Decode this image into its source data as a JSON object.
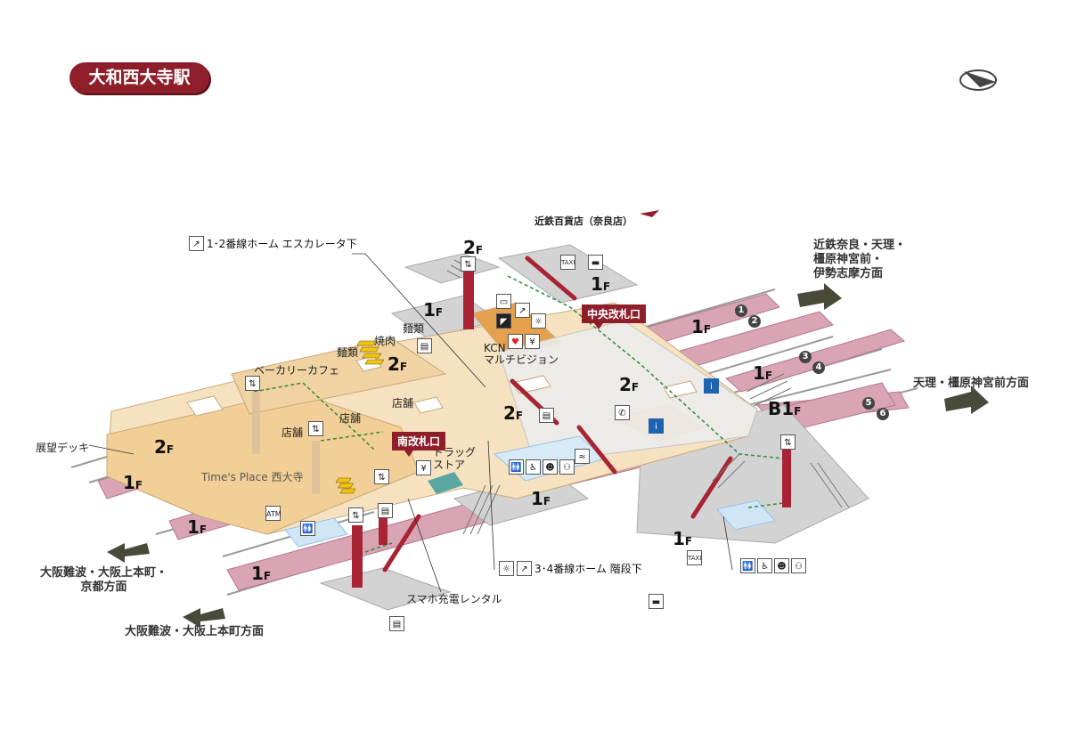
{
  "station_name": "大和西大寺駅",
  "compass_icon": "compass-icon",
  "colors": {
    "brand": "#8e1f2a",
    "track": "#d9a4b3",
    "concourse": "#f5d7a8",
    "corridor": "#ffffff",
    "route": "#2e8b3d"
  },
  "directions": {
    "nara": "近鉄奈良・天理・\n橿原神宮前・\n伊勢志摩方面",
    "tenri": "天理・橿原神宮前方面",
    "osaka_kyoto": "大阪難波・大阪上本町・\n京都方面",
    "osaka": "大阪難波・大阪上本町方面"
  },
  "labels": {
    "dept_store": "近鉄百貨店（奈良店）",
    "escalator_12": "1･2番線ホーム エスカレータ下",
    "stairs_34": "3･4番線ホーム 階段下",
    "deck": "展望デッキ",
    "bakery": "ベーカリーカフェ",
    "noodles1": "麺類",
    "noodles2": "麺類",
    "yakiniku": "焼肉",
    "shop1": "店舗",
    "shop2": "店舗",
    "shop3": "店舗",
    "times_place": "Time's Place 西大寺",
    "drugstore": "ドラッグ\nストア",
    "kcn": "KCN\nマルチビジョン",
    "charge": "スマホ充電レンタル"
  },
  "gates": {
    "central": "中央改札口",
    "south": "南改札口"
  },
  "floors": [
    {
      "id": "f2-top",
      "num": "2",
      "suffix": "F"
    },
    {
      "id": "f1-top",
      "num": "1",
      "suffix": "F"
    },
    {
      "id": "f1-upper",
      "num": "1",
      "suffix": "F"
    },
    {
      "id": "f2-foodcourt",
      "num": "2",
      "suffix": "F"
    },
    {
      "id": "f2-right",
      "num": "2",
      "suffix": "F"
    },
    {
      "id": "f2-center",
      "num": "2",
      "suffix": "F"
    },
    {
      "id": "f2-deck",
      "num": "2",
      "suffix": "F"
    },
    {
      "id": "f1-track12",
      "num": "1",
      "suffix": "F"
    },
    {
      "id": "f1-track34",
      "num": "1",
      "suffix": "F"
    },
    {
      "id": "b1-track56",
      "num": "B1",
      "suffix": "F"
    },
    {
      "id": "f1-left",
      "num": "1",
      "suffix": "F"
    },
    {
      "id": "f1-bottomleft",
      "num": "1",
      "suffix": "F"
    },
    {
      "id": "f1-bottom",
      "num": "1",
      "suffix": "F"
    },
    {
      "id": "f1-center",
      "num": "1",
      "suffix": "F"
    },
    {
      "id": "f1-right",
      "num": "1",
      "suffix": "F"
    }
  ],
  "platforms": [
    "1",
    "2",
    "3",
    "4",
    "5",
    "6"
  ],
  "icon_text": {
    "taxi": "TAXI",
    "atm": "ATM",
    "yen": "¥",
    "toilet": "🚻",
    "access": "♿",
    "phone": "✆",
    "bus": "▬",
    "elevator": "⇅",
    "locker": "▤"
  }
}
